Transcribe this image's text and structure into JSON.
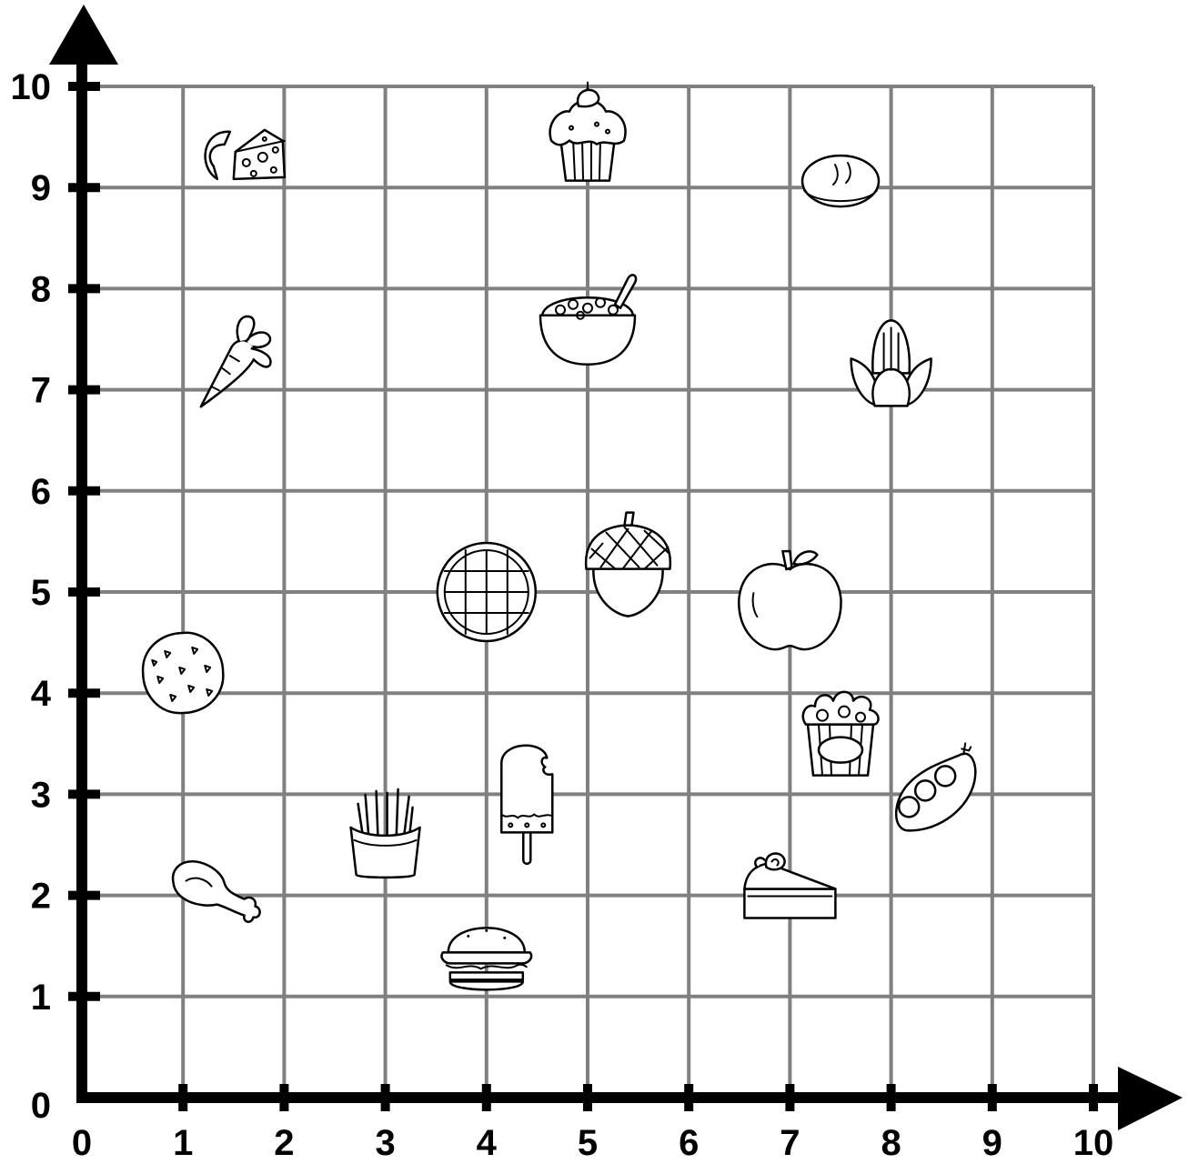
{
  "chart_data": {
    "type": "scatter",
    "xlim": [
      0,
      10
    ],
    "ylim": [
      0,
      10
    ],
    "grid": true,
    "x_ticks": [
      "0",
      "1",
      "2",
      "3",
      "4",
      "5",
      "6",
      "7",
      "8",
      "9",
      "10"
    ],
    "y_ticks": [
      "0",
      "1",
      "2",
      "3",
      "4",
      "5",
      "6",
      "7",
      "8",
      "9",
      "10"
    ],
    "colors": {
      "grid": "#808080",
      "axis": "#000000"
    },
    "points": [
      {
        "icon": "macaroni-cheese-icon",
        "x": 1.5,
        "y": 9.3
      },
      {
        "icon": "cupcake-icon",
        "x": 5,
        "y": 9.5
      },
      {
        "icon": "bread-icon",
        "x": 7.5,
        "y": 9.1
      },
      {
        "icon": "carrot-icon",
        "x": 1.5,
        "y": 7.3
      },
      {
        "icon": "cereal-bowl-icon",
        "x": 5,
        "y": 7.7
      },
      {
        "icon": "corn-icon",
        "x": 8,
        "y": 7.2
      },
      {
        "icon": "waffle-icon",
        "x": 4,
        "y": 5
      },
      {
        "icon": "acorn-icon",
        "x": 5.4,
        "y": 5.3
      },
      {
        "icon": "apple-icon",
        "x": 7,
        "y": 4.9
      },
      {
        "icon": "cookie-icon",
        "x": 1,
        "y": 4.2
      },
      {
        "icon": "popcorn-icon",
        "x": 7.5,
        "y": 3.6
      },
      {
        "icon": "peas-icon",
        "x": 8.5,
        "y": 3
      },
      {
        "icon": "popsicle-icon",
        "x": 4.4,
        "y": 3
      },
      {
        "icon": "fries-icon",
        "x": 3,
        "y": 2.6
      },
      {
        "icon": "chicken-leg-icon",
        "x": 1.3,
        "y": 2
      },
      {
        "icon": "pie-slice-icon",
        "x": 7,
        "y": 2.1
      },
      {
        "icon": "burger-icon",
        "x": 4,
        "y": 1.4
      }
    ]
  }
}
